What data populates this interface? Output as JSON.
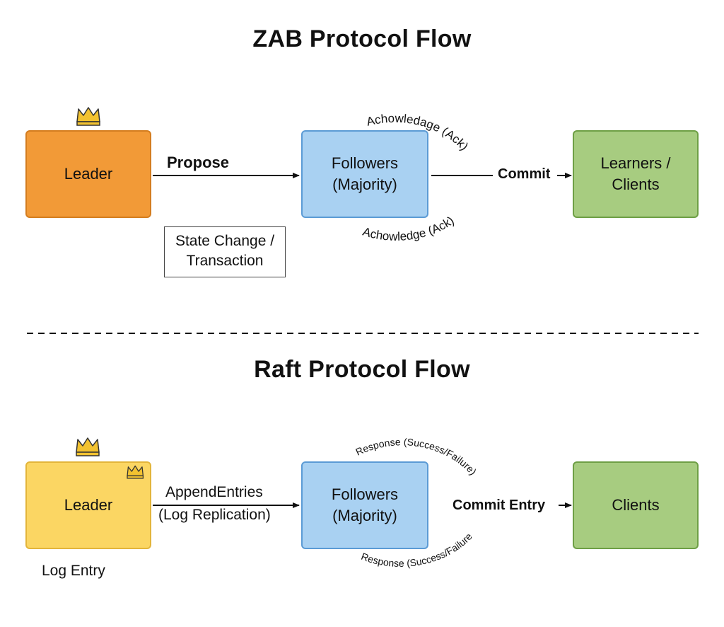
{
  "zab": {
    "title": "ZAB Protocol Flow",
    "leader": "Leader",
    "propose": "Propose",
    "state_change_line1": "State Change /",
    "state_change_line2": "Transaction",
    "followers_line1": "Followers",
    "followers_line2": "(Majority)",
    "ack_top": "Achowledage (Ack)",
    "ack_bottom": "Achowledge (Ack)",
    "commit": "Commit",
    "learners_line1": "Learners /",
    "learners_line2": "Clients"
  },
  "raft": {
    "title": "Raft Protocol Flow",
    "leader": "Leader",
    "append_line1": "AppendEntries",
    "append_line2": "(Log Replication)",
    "followers_line1": "Followers",
    "followers_line2": "(Majority)",
    "response_top": "Response (Success/Failure)",
    "response_bottom": "Response (Success/Failure",
    "commit": "Commit Entry",
    "clients": "Clients",
    "log_entry": "Log Entry"
  },
  "colors": {
    "zab_leader": "#f29a37",
    "raft_leader": "#fbd663",
    "followers": "#a9d1f2",
    "learners_clients": "#a7cc80",
    "crown": "#f2c230"
  },
  "icons": [
    "crown-icon"
  ]
}
